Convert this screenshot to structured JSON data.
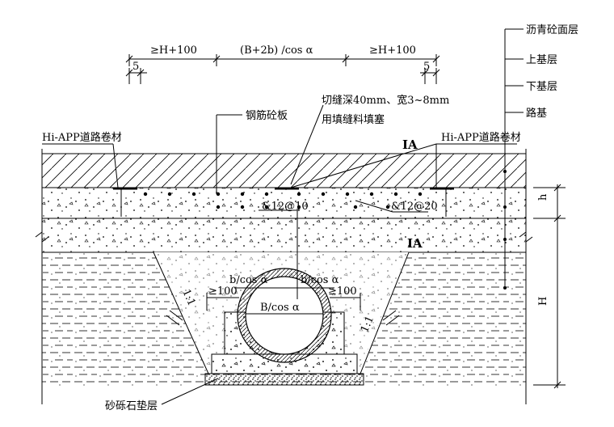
{
  "dimensions": {
    "left_margin": "≥H+100",
    "top_width": "(B+2b) /cos α",
    "right_margin": "≥H+100",
    "offset_left": "5",
    "offset_right": "5"
  },
  "layers": {
    "asphalt": "沥青砼面层",
    "upper_base": "上基层",
    "lower_base": "下基层",
    "subgrade": "路基"
  },
  "labels": {
    "cut_joint": "切缝深40mm、宽3~8mm",
    "filler": "用填缝料填塞",
    "rebar_slab": "钢筋砼板",
    "membrane_left": "Hi-APP道路卷材",
    "membrane_right": "Hi-APP道路卷材",
    "rebar_1": "&12@10",
    "rebar_2": "&12@20",
    "material_top": "IA",
    "material_mid": "IA",
    "b_left": "b/cos α",
    "b_right": "b/cos α",
    "gap_left": "≥100",
    "gap_right": "≥100",
    "pipe_width": "B/cos α",
    "slope_left": "1:1",
    "slope_right": "1:1",
    "dim_h": "h",
    "dim_H": "H",
    "sand_gravel": "砂砾石垫层"
  }
}
